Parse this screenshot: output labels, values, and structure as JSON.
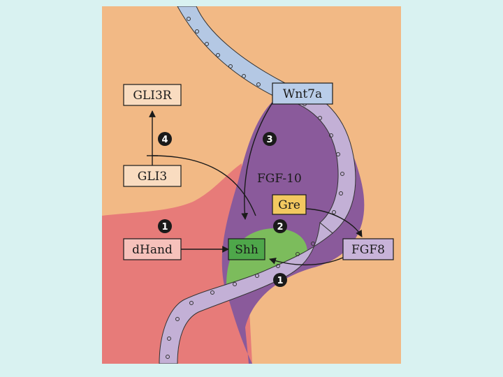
{
  "figure": {
    "labels": {
      "gli3r": "GLI3R",
      "gli3": "GLI3",
      "dhand": "dHand",
      "shh": "Shh",
      "wnt7a": "Wnt7a",
      "gre": "Gre",
      "fgf8": "FGF8",
      "fgf10": "FGF-10"
    },
    "steps": {
      "step_4": "4",
      "step_3": "3",
      "step_1_left": "1",
      "step_2": "2",
      "step_1_bottom": "1"
    },
    "colors": {
      "slide_background": "#d9f2f1",
      "anterior_region": "#f2b985",
      "posterior_region": "#e77b79",
      "mesenchyme": "#8a5a9b",
      "ectoderm": "#c3b0d6",
      "dorsal_ectoderm": "#b4c8e4",
      "shh_zone": "#7cbc5c",
      "gli3r_box": "#f9dcc0",
      "gli3_box": "#f9dcc0",
      "dhand_box": "#f6c1bb",
      "shh_box": "#4ea74a",
      "wnt7a_box": "#b9cde9",
      "gre_box": "#f2c860",
      "fgf8_box": "#c8b3d9"
    }
  }
}
